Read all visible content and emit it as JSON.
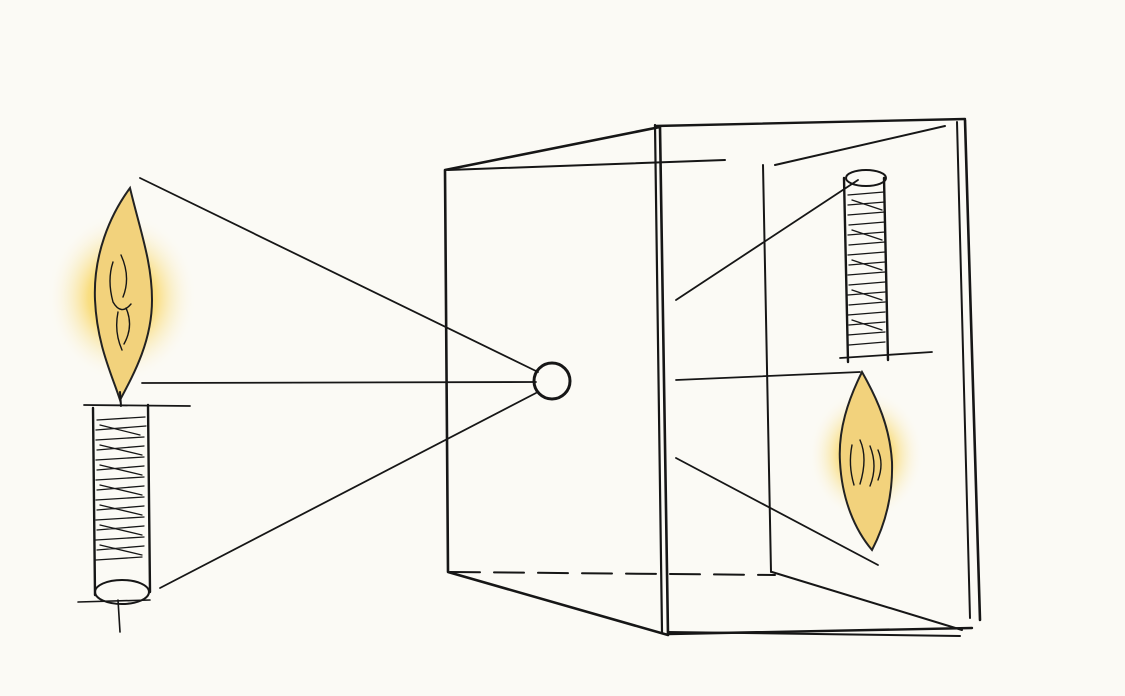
{
  "diagram": {
    "kind": "pinhole-camera-sketch",
    "elements": {
      "object": "upright-candle-with-flame",
      "camera": "box-with-pinhole",
      "image": "inverted-candle-on-back-wall"
    },
    "colors": {
      "paper": "#fbfaf5",
      "ink": "#161616",
      "flame_glow": "#f6c21c",
      "flame_fill": "#f2d27c"
    }
  }
}
